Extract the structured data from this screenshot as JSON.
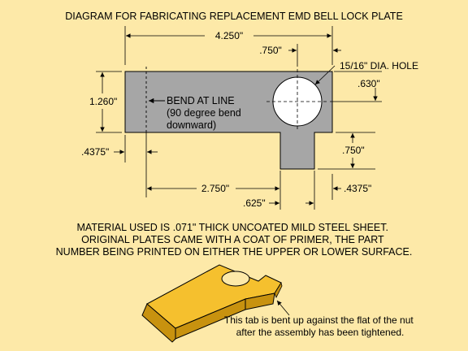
{
  "title": "DIAGRAM FOR FABRICATING REPLACEMENT EMD BELL LOCK PLATE",
  "dimensions": {
    "overall_width": "4.250\"",
    "hole_offset": ".750\"",
    "hole_label": "15/16\" DIA. HOLE",
    "hole_center_from_top": ".630\"",
    "height": "1.260\"",
    "bend_line_offset": ".4375\"",
    "tab_length": ".750\"",
    "bend_to_tab": "2.750\"",
    "tab_offset": ".625\"",
    "tab_width": ".4375\""
  },
  "bend_label": [
    "BEND AT LINE",
    "(90 degree bend",
    "downward)"
  ],
  "notes": [
    "MATERIAL USED IS .071\" THICK UNCOATED MILD STEEL SHEET.",
    "ORIGINAL PLATES CAME WITH A COAT OF PRIMER, THE PART",
    "NUMBER BEING PRINTED ON EITHER THE UPPER OR LOWER SURFACE."
  ],
  "tab_note": [
    "This tab is bent up against the flat of the nut",
    "after the assembly has been tightened."
  ],
  "colors": {
    "background": "#fde9a8",
    "plate": "#a6a6a6",
    "plate_3d_top": "#f5c02e",
    "plate_3d_side": "#c8920f"
  }
}
